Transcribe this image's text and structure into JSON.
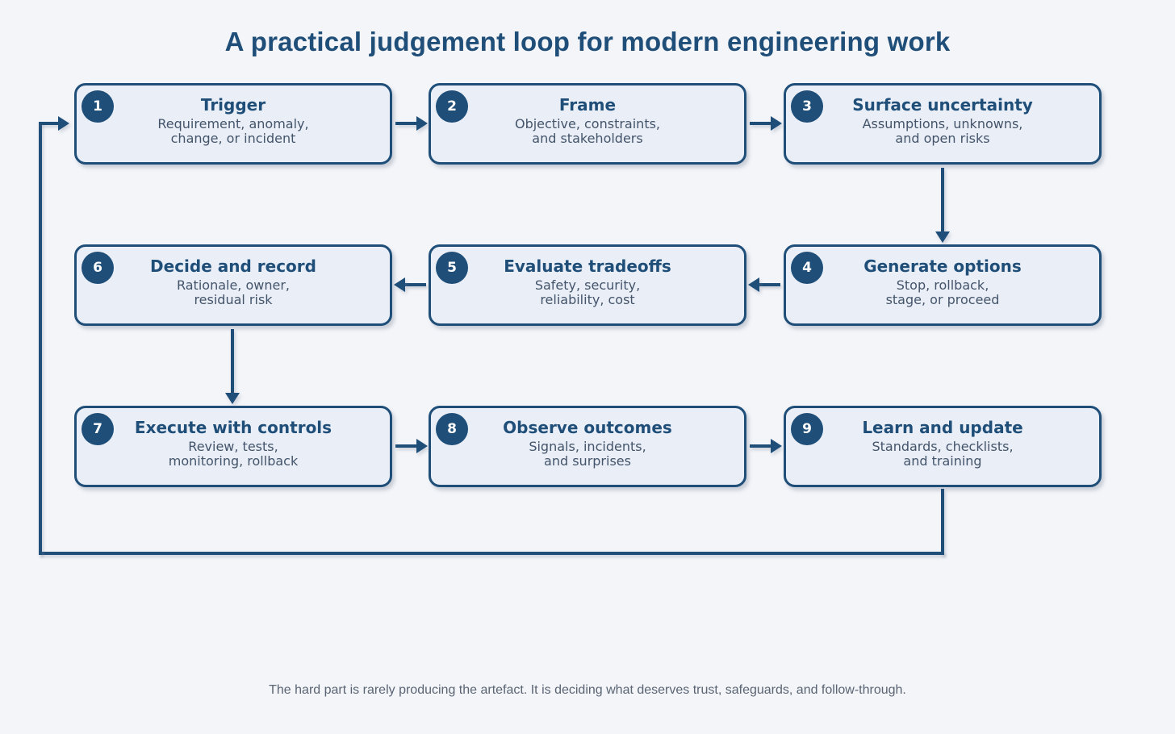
{
  "title": "A practical judgement loop for modern engineering work",
  "footer": "The hard part is rarely producing the artefact. It is deciding what deserves trust, safeguards, and follow-through.",
  "colors": {
    "accent": "#1f4e79",
    "box_fill": "#e9eef7",
    "background": "#f3f5f9",
    "subtitle_text": "#44546a",
    "footer_text": "#5a6473",
    "badge_text": "#ffffff"
  },
  "steps": [
    {
      "number": "1",
      "title": "Trigger",
      "lines": [
        "Requirement, anomaly,",
        "change, or incident"
      ]
    },
    {
      "number": "2",
      "title": "Frame",
      "lines": [
        "Objective, constraints,",
        "and stakeholders"
      ]
    },
    {
      "number": "3",
      "title": "Surface uncertainty",
      "lines": [
        "Assumptions, unknowns,",
        "and open risks"
      ]
    },
    {
      "number": "4",
      "title": "Generate options",
      "lines": [
        "Stop, rollback,",
        "stage, or proceed"
      ]
    },
    {
      "number": "5",
      "title": "Evaluate tradeoffs",
      "lines": [
        "Safety, security,",
        "reliability, cost"
      ]
    },
    {
      "number": "6",
      "title": "Decide and record",
      "lines": [
        "Rationale, owner,",
        "residual risk"
      ]
    },
    {
      "number": "7",
      "title": "Execute with controls",
      "lines": [
        "Review, tests,",
        "monitoring, rollback"
      ]
    },
    {
      "number": "8",
      "title": "Observe outcomes",
      "lines": [
        "Signals, incidents,",
        "and surprises"
      ]
    },
    {
      "number": "9",
      "title": "Learn and update",
      "lines": [
        "Standards, checklists,",
        "and training"
      ]
    }
  ]
}
